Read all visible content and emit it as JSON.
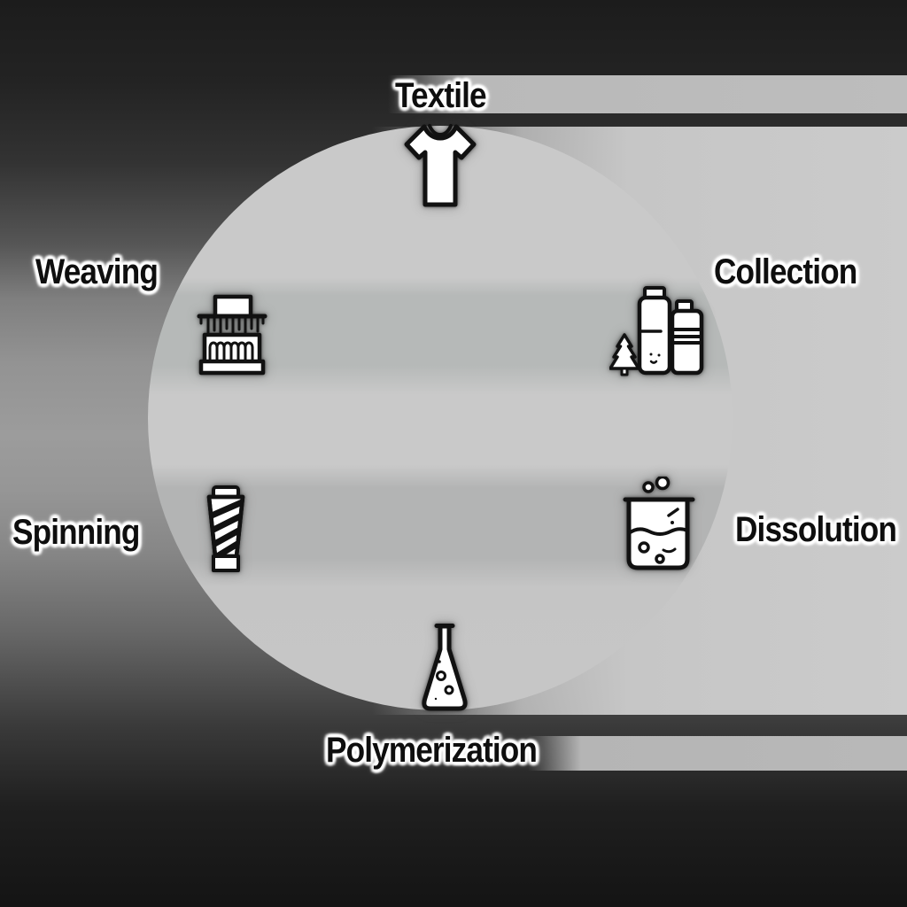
{
  "diagram": {
    "type": "cycle",
    "description": "Six-stage textile recycling cycle arranged around a circle",
    "stages": [
      {
        "label": "Textile",
        "icon": "tshirt-icon",
        "position": "top"
      },
      {
        "label": "Collection",
        "icon": "plastic-bottles-icon",
        "position": "upper-right"
      },
      {
        "label": "Dissolution",
        "icon": "beaker-icon",
        "position": "lower-right"
      },
      {
        "label": "Polymerization",
        "icon": "erlenmeyer-flask-icon",
        "position": "bottom"
      },
      {
        "label": "Spinning",
        "icon": "yarn-cone-icon",
        "position": "lower-left"
      },
      {
        "label": "Weaving",
        "icon": "loom-icon",
        "position": "upper-left"
      }
    ],
    "colors": {
      "background_top": "#1c1c1c",
      "background_middle": "#9c9c9c",
      "background_bottom": "#141414",
      "circle_fill": "#c9c9c9",
      "circle_stripe": "#b4b4b4",
      "side_panel": "#c6c6c6",
      "highlight_band": "#b9b9b9",
      "icon_fill": "#ffffff",
      "icon_stroke": "#111111",
      "label_color": "#0e0e0e",
      "label_halo": "#ffffff"
    }
  }
}
